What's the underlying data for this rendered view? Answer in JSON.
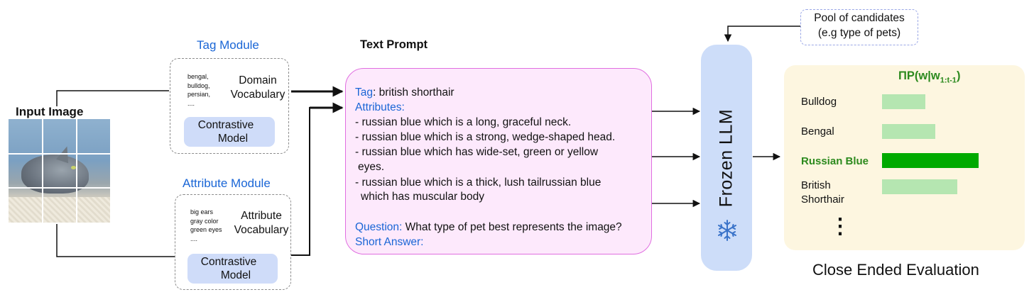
{
  "input_image": {
    "label": "Input Image"
  },
  "tag_module": {
    "title": "Tag Module",
    "doc_lines": [
      "bengal,",
      "bulldog,",
      "persian,",
      "...."
    ],
    "vocab_label": "Domain Vocabulary",
    "vocab_line1": "Domain",
    "vocab_line2": "Vocabulary",
    "model_line1": "Contrastive",
    "model_line2": "Model"
  },
  "attribute_module": {
    "title": "Attribute Module",
    "doc_lines": [
      "big ears",
      "gray color",
      "green eyes",
      "...."
    ],
    "vocab_line1": "Attribute",
    "vocab_line2": "Vocabulary",
    "model_line1": "Contrastive",
    "model_line2": "Model"
  },
  "text_prompt": {
    "title": "Text Prompt",
    "tag_key": "Tag",
    "tag_value": ": british shorthair",
    "attributes_key": "Attributes:",
    "attributes": [
      "- russian blue which is a long, graceful neck.",
      "- russian blue which is a strong, wedge-shaped head.",
      "- russian blue which has wide-set, green or yellow",
      "  eyes.",
      "- russian blue which is a thick, lush tailrussian blue",
      "   which has muscular body"
    ],
    "question_key": "Question:",
    "question_value": " What type of pet best represents the image?",
    "short_answer_key": "Short Answer:"
  },
  "llm": {
    "label": "Frozen LLM"
  },
  "pool": {
    "line1": "Pool of candidates",
    "line2": "(e.g type of pets)"
  },
  "evaluation": {
    "formula": "ΠP(w|w",
    "formula_sub": "1:t-1",
    "formula_close": ")",
    "caption": "Close Ended Evaluation",
    "more": "⋮",
    "highlight_color": "#00aa00",
    "bar_color": "#b5e6b1"
  },
  "chart_data": {
    "type": "bar",
    "orientation": "horizontal",
    "categories": [
      "Bulldog",
      "Bengal",
      "Russian Blue",
      "British Shorthair"
    ],
    "category_lines": [
      [
        "Bulldog"
      ],
      [
        "Bengal"
      ],
      [
        "Russian Blue"
      ],
      [
        "British",
        "Shorthair"
      ]
    ],
    "values": [
      0.45,
      0.55,
      1.0,
      0.78
    ],
    "highlighted": "Russian Blue",
    "title": "ΠP(w|w1:t-1)",
    "xlabel": "",
    "ylabel": ""
  }
}
